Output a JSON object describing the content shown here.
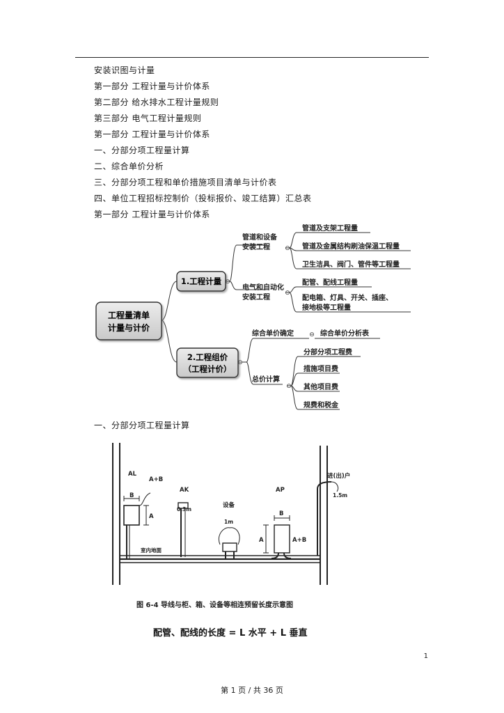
{
  "toc": {
    "items": [
      "安装识图与计量",
      "第一部分  工程计量与计价体系",
      "第二部分  给水排水工程计量规则",
      "第三部分  电气工程计量规则",
      "第一部分  工程计量与计价体系",
      "一、分部分项工程量计算",
      "二、综合单价分析",
      "三、分部分项工程和单价措施项目清单与计价表",
      "四、单位工程招标控制价（投标报价、竣工结算）汇总表",
      "第一部分  工程计量与计价体系"
    ]
  },
  "mindmap": {
    "root": {
      "line1": "工程量清单",
      "line2": "计量与计价"
    },
    "branch1": {
      "label": "1.工程计量",
      "sub1": {
        "line1": "管道和设备",
        "line2": "安装工程",
        "leaves": [
          "管道及支架工程量",
          "管道及金属结构刷油保温工程量",
          "卫生洁具、阀门、管件等工程量"
        ]
      },
      "sub2": {
        "line1": "电气和自动化",
        "line2": "安装工程",
        "leaves": [
          "配管、配线工程量"
        ],
        "leaf_multi": {
          "line1": "配电箱、灯具、开关、插座、",
          "line2": "接地极等工程量"
        }
      }
    },
    "branch2": {
      "line1": "2.工程组价",
      "line2": "（工程计价）",
      "sub1": {
        "label": "综合单价确定",
        "leaf": "综合单价分析表"
      },
      "sub2": {
        "label": "总价计算",
        "leaves": [
          "分部分项工程费",
          "措施项目费",
          "其他项目费",
          "规费和税金"
        ]
      }
    },
    "toggle": "⊖"
  },
  "section_heading": "一、分部分项工程量计算",
  "figure": {
    "al": "AL",
    "ab_left": "A+B",
    "b_left": "B",
    "a_left": "A",
    "ak": "AK",
    "ak_dim": "0.3m",
    "equip": "设备",
    "equip_dim": "1m",
    "ap": "AP",
    "b_right": "B",
    "a_right": "A",
    "ab_right": "A+B",
    "entry": "进(出)户",
    "entry_dim": "1.5m",
    "floor": "室内地面",
    "caption": "图 6-4   导线与柜、箱、设备等相连预留长度示意图",
    "formula": "配管、配线的长度 = L 水平 + L 垂直"
  },
  "page_number": "1",
  "footer": "第 1 页 / 共 36 页"
}
